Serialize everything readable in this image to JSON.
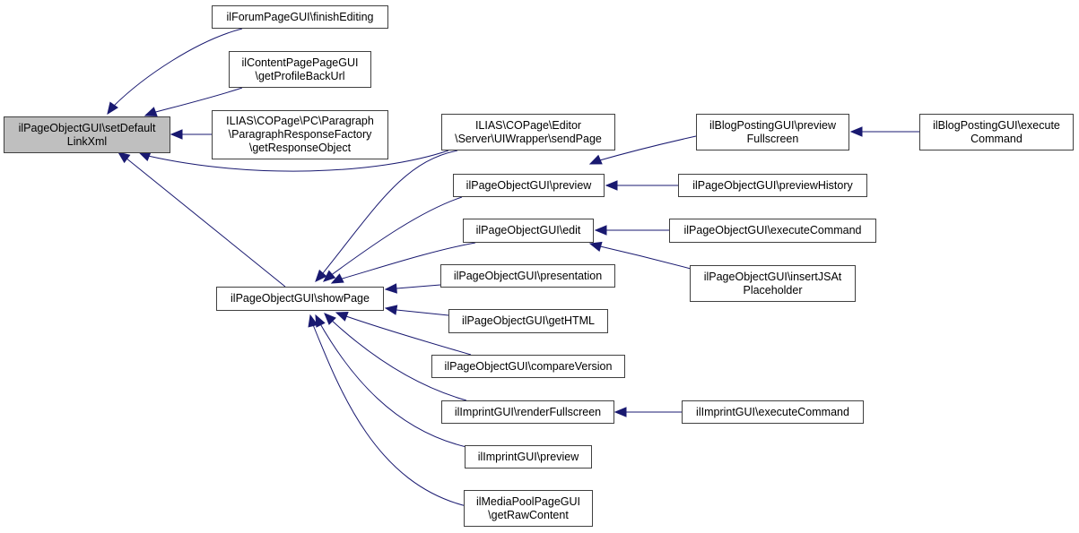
{
  "title": "Caller graph of ilPageObjectGUI\\setDefaultLinkXml",
  "colors": {
    "edge": "#191970",
    "root_fill": "#bfbfbf",
    "node_border": "#404040",
    "node_fill": "#ffffff"
  },
  "nodes": [
    {
      "id": "root",
      "label": "ilPageObjectGUI\\setDefault\nLinkXml",
      "root": true
    },
    {
      "id": "forum_finish",
      "label": "ilForumPageGUI\\finishEditing"
    },
    {
      "id": "content_profile",
      "label": "ilContentPagePageGUI\n\\getProfileBackUrl"
    },
    {
      "id": "para_response",
      "label": "ILIAS\\COPage\\PC\\Paragraph\n\\ParagraphResponseFactory\n\\getResponseObject"
    },
    {
      "id": "send_page",
      "label": "ILIAS\\COPage\\Editor\n\\Server\\UIWrapper\\sendPage"
    },
    {
      "id": "show_page",
      "label": "ilPageObjectGUI\\showPage"
    },
    {
      "id": "po_preview",
      "label": "ilPageObjectGUI\\preview"
    },
    {
      "id": "po_edit",
      "label": "ilPageObjectGUI\\edit"
    },
    {
      "id": "po_presentation",
      "label": "ilPageObjectGUI\\presentation"
    },
    {
      "id": "po_gethtml",
      "label": "ilPageObjectGUI\\getHTML"
    },
    {
      "id": "po_compare",
      "label": "ilPageObjectGUI\\compareVersion"
    },
    {
      "id": "imp_render",
      "label": "ilImprintGUI\\renderFullscreen"
    },
    {
      "id": "imp_preview",
      "label": "ilImprintGUI\\preview"
    },
    {
      "id": "mp_raw",
      "label": "ilMediaPoolPageGUI\n\\getRawContent"
    },
    {
      "id": "blog_preview_fs",
      "label": "ilBlogPostingGUI\\preview\nFullscreen"
    },
    {
      "id": "po_preview_hist",
      "label": "ilPageObjectGUI\\previewHistory"
    },
    {
      "id": "po_exec",
      "label": "ilPageObjectGUI\\executeCommand"
    },
    {
      "id": "po_insertjs",
      "label": "ilPageObjectGUI\\insertJSAt\nPlaceholder"
    },
    {
      "id": "imp_exec",
      "label": "ilImprintGUI\\executeCommand"
    },
    {
      "id": "blog_exec",
      "label": "ilBlogPostingGUI\\execute\nCommand"
    }
  ],
  "edges": [
    {
      "from": "forum_finish",
      "to": "root"
    },
    {
      "from": "content_profile",
      "to": "root"
    },
    {
      "from": "para_response",
      "to": "root"
    },
    {
      "from": "send_page",
      "to": "root"
    },
    {
      "from": "show_page",
      "to": "root"
    },
    {
      "from": "send_page",
      "to": "show_page"
    },
    {
      "from": "po_preview",
      "to": "show_page"
    },
    {
      "from": "po_edit",
      "to": "show_page"
    },
    {
      "from": "po_presentation",
      "to": "show_page"
    },
    {
      "from": "po_gethtml",
      "to": "show_page"
    },
    {
      "from": "po_compare",
      "to": "show_page"
    },
    {
      "from": "imp_render",
      "to": "show_page"
    },
    {
      "from": "imp_preview",
      "to": "show_page"
    },
    {
      "from": "mp_raw",
      "to": "show_page"
    },
    {
      "from": "blog_preview_fs",
      "to": "po_preview"
    },
    {
      "from": "po_preview_hist",
      "to": "po_preview"
    },
    {
      "from": "po_exec",
      "to": "po_edit"
    },
    {
      "from": "po_insertjs",
      "to": "po_edit"
    },
    {
      "from": "imp_exec",
      "to": "imp_render"
    },
    {
      "from": "blog_exec",
      "to": "blog_preview_fs"
    }
  ]
}
